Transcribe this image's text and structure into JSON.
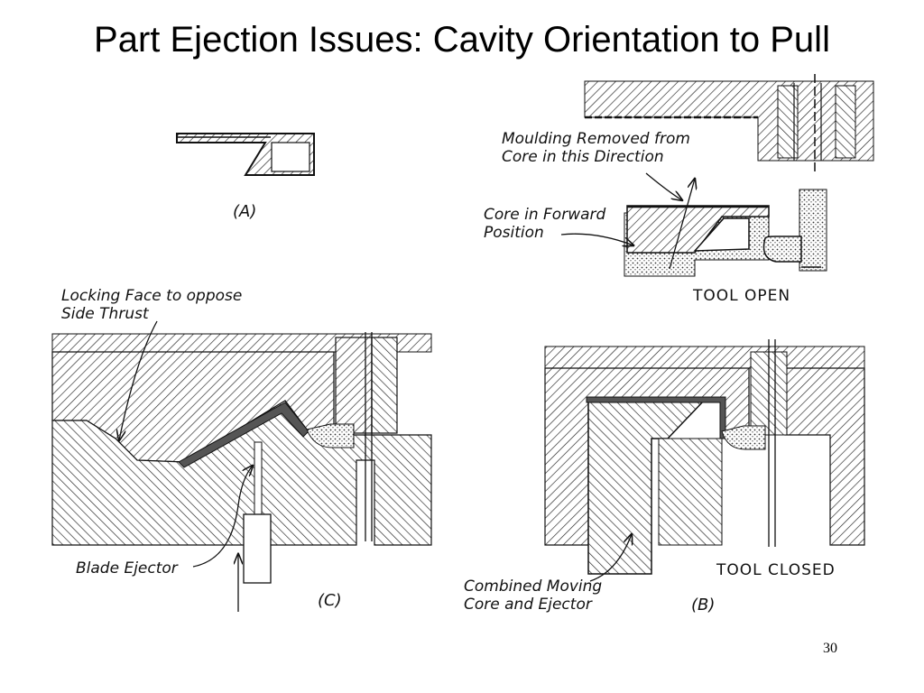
{
  "slide": {
    "title": "Part Ejection Issues: Cavity Orientation to Pull",
    "page_number": "30"
  },
  "diagram": {
    "captions": {
      "a": "(A)",
      "b": "(B)",
      "c": "(C)"
    },
    "tool_open": "TOOL  OPEN",
    "tool_closed": "TOOL  CLOSED",
    "labels": {
      "moulding_removed": [
        "Moulding Removed from",
        "Core in this Direction"
      ],
      "core_forward": [
        "Core in Forward",
        "Position"
      ],
      "locking_face": [
        "Locking Face to oppose",
        "Side Thrust"
      ],
      "blade_ejector": "Blade Ejector",
      "combined_core": [
        "Combined Moving",
        "Core and Ejector"
      ]
    }
  }
}
